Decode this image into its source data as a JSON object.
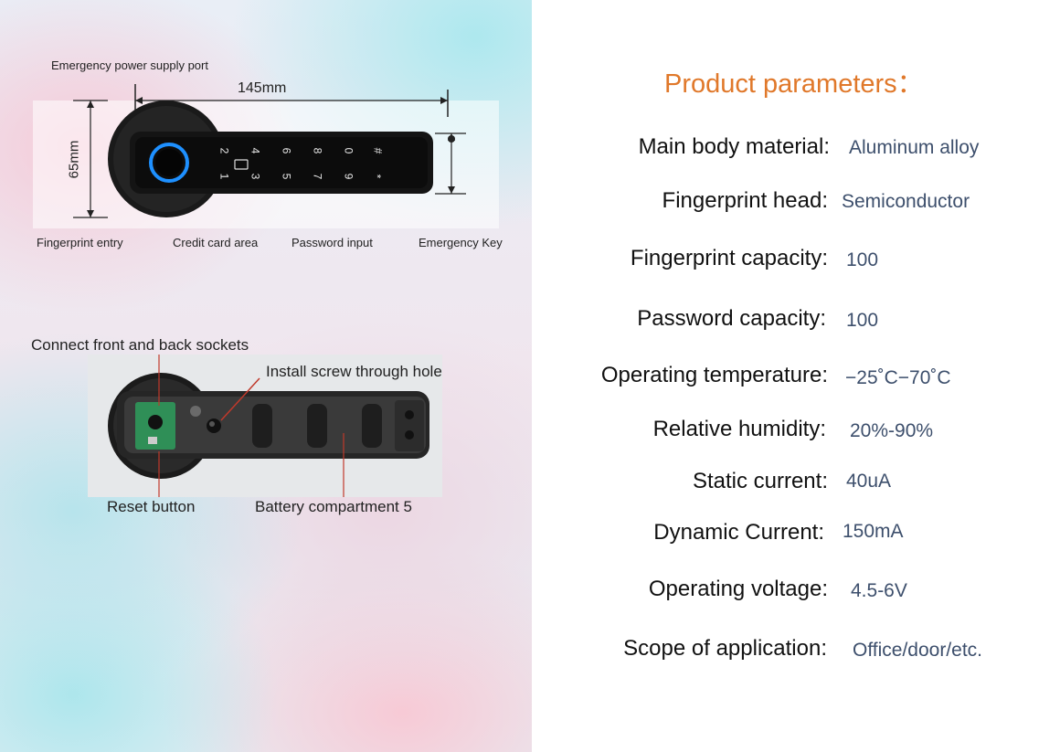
{
  "diagram": {
    "labels": {
      "emergency_port": "Emergency power supply port",
      "width": "145mm",
      "height": "65mm",
      "fingerprint_entry": "Fingerprint entry",
      "credit_card_area": "Credit card area",
      "password_input": "Password input",
      "emergency_key": "Emergency Key"
    },
    "keypad_keys": [
      "2",
      "4",
      "6",
      "8",
      "0",
      "#",
      "1",
      "3",
      "5",
      "7",
      "9",
      "*"
    ]
  },
  "photo": {
    "labels": {
      "sockets": "Connect front and back sockets",
      "screw": "Install screw through hole",
      "reset": "Reset button",
      "battery": "Battery compartment 5"
    }
  },
  "parameters": {
    "title": "Product parameters：",
    "rows": [
      {
        "label": "Main body material:",
        "value": "Aluminum alloy"
      },
      {
        "label": "Fingerprint head:",
        "value": "Semiconductor"
      },
      {
        "label": "Fingerprint capacity:",
        "value": "100"
      },
      {
        "label": "Password capacity:",
        "value": "100"
      },
      {
        "label": "Operating temperature:",
        "value": "−25˚C−70˚C"
      },
      {
        "label": "Relative humidity:",
        "value": "20%-90%"
      },
      {
        "label": "Static current:",
        "value": "40uA"
      },
      {
        "label": "Dynamic Current:",
        "value": "150mA"
      },
      {
        "label": "Operating voltage:",
        "value": "4.5-6V"
      },
      {
        "label": "Scope of application:",
        "value": "Office/door/etc."
      }
    ]
  },
  "colors": {
    "title": "#e0782a",
    "value_text": "#3d4f6c",
    "label_text": "#111111",
    "fingerprint_ring": "#1e90ff"
  }
}
